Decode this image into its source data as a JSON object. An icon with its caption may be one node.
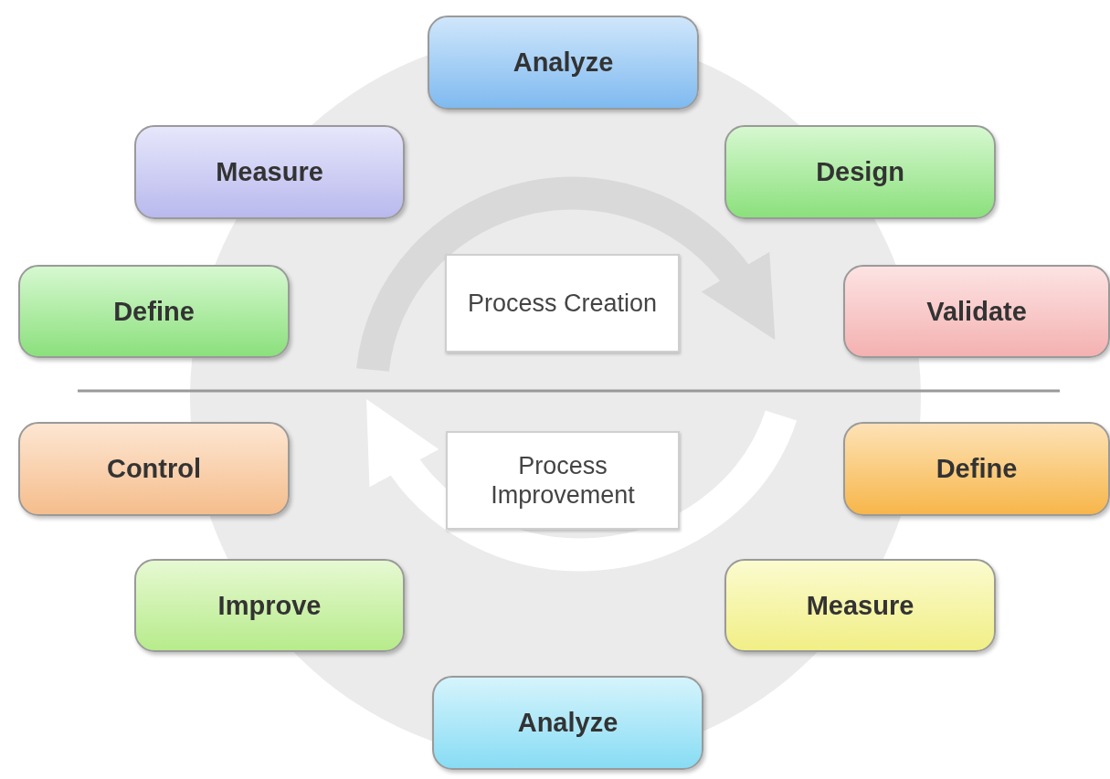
{
  "diagram": {
    "nodes": [
      {
        "text": [
          "Analyze"
        ]
      },
      {
        "text": [
          "Measure"
        ]
      },
      {
        "text": [
          "Design"
        ]
      },
      {
        "text": [
          "Define"
        ]
      },
      {
        "text": [
          "Process Creation"
        ]
      },
      {
        "text": [
          "Validate"
        ]
      },
      {
        "text": [
          "Control"
        ]
      },
      {
        "text": [
          "Process Improvement"
        ]
      },
      {
        "text": [
          "Define"
        ]
      },
      {
        "text": [
          "Improve"
        ]
      },
      {
        "text": [
          "Measure"
        ]
      },
      {
        "text": [
          "Analyze"
        ]
      }
    ]
  }
}
